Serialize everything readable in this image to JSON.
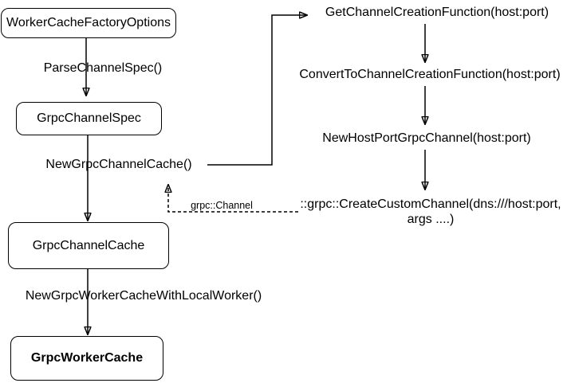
{
  "colors": {
    "background": "#ffffff",
    "line": "#000000",
    "text": "#000000"
  },
  "flow": {
    "boxes": {
      "worker_cache_factory_options": "WorkerCacheFactoryOptions",
      "grpc_channel_spec": "GrpcChannelSpec",
      "grpc_channel_cache": "GrpcChannelCache",
      "grpc_worker_cache": "GrpcWorkerCache"
    },
    "edge_labels": {
      "parse_channel_spec": "ParseChannelSpec()",
      "new_grpc_channel_cache": "NewGrpcChannelCache()",
      "new_grpc_worker_cache_with_local_worker": "NewGrpcWorkerCacheWithLocalWorker()",
      "grpc_channel": "grpc::Channel"
    },
    "call_chain": {
      "get_channel_creation_function": "GetChannelCreationFunction(host:port)",
      "convert_to_channel_creation_function": "ConvertToChannelCreationFunction(host:port)",
      "new_host_port_grpc_channel": "NewHostPortGrpcChannel(host:port)",
      "create_custom_channel": "::grpc::CreateCustomChannel(dns:///host:port, args ....)"
    }
  }
}
